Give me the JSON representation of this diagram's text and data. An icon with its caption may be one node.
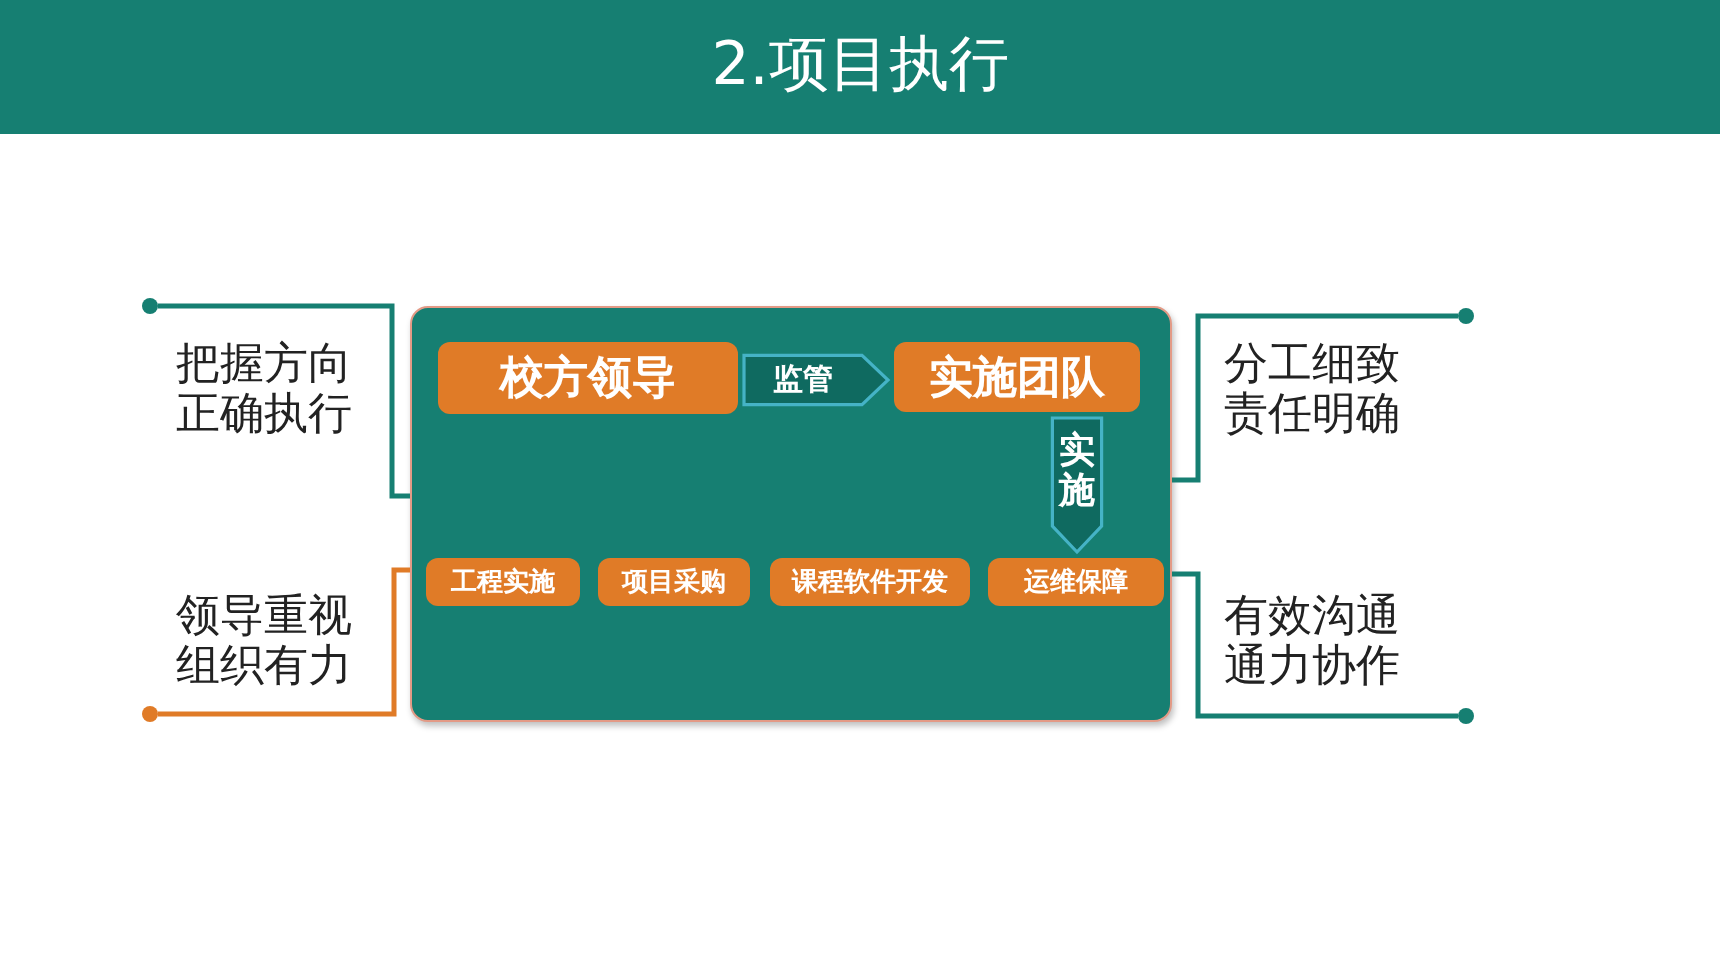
{
  "diagram": {
    "title": "2.项目执行",
    "nodes": [
      {
        "text": [],
        "shape": "circle"
      },
      {
        "text": [],
        "shape": "circle"
      },
      {
        "text": [],
        "shape": "circle"
      },
      {
        "text": [],
        "shape": "circle"
      },
      {
        "text": [],
        "shape": "box"
      },
      {
        "text": [
          "校方领导"
        ],
        "in": 4
      },
      {
        "text": [
          "实施团队"
        ],
        "in": 4
      },
      {
        "text": [
          "工程实施"
        ],
        "in": 4
      },
      {
        "text": [
          "项目采购"
        ],
        "in": 4
      },
      {
        "text": [
          "课程软件开发"
        ],
        "in": 4
      },
      {
        "text": [
          "运维保障"
        ],
        "in": 4
      }
    ],
    "edges": [
      {
        "from": 0,
        "to": 4,
        "arrow": "none"
      },
      {
        "from": 1,
        "to": 4,
        "arrow": "none"
      },
      {
        "from": 2,
        "to": 4,
        "arrow": "none",
        "color": "#e07b27"
      },
      {
        "from": 3,
        "to": 4,
        "arrow": "none"
      },
      {
        "from": 5,
        "to": 6,
        "arrow": "to",
        "label": "监管",
        "style": "thick"
      },
      {
        "from": 6,
        "to": 10,
        "arrow": "to",
        "label": "实施",
        "style": "thick"
      }
    ],
    "labels": [
      "把握方向正确执行",
      "分工细致责任明确",
      "领导重视组织有力",
      "有效沟通通力协作"
    ]
  }
}
